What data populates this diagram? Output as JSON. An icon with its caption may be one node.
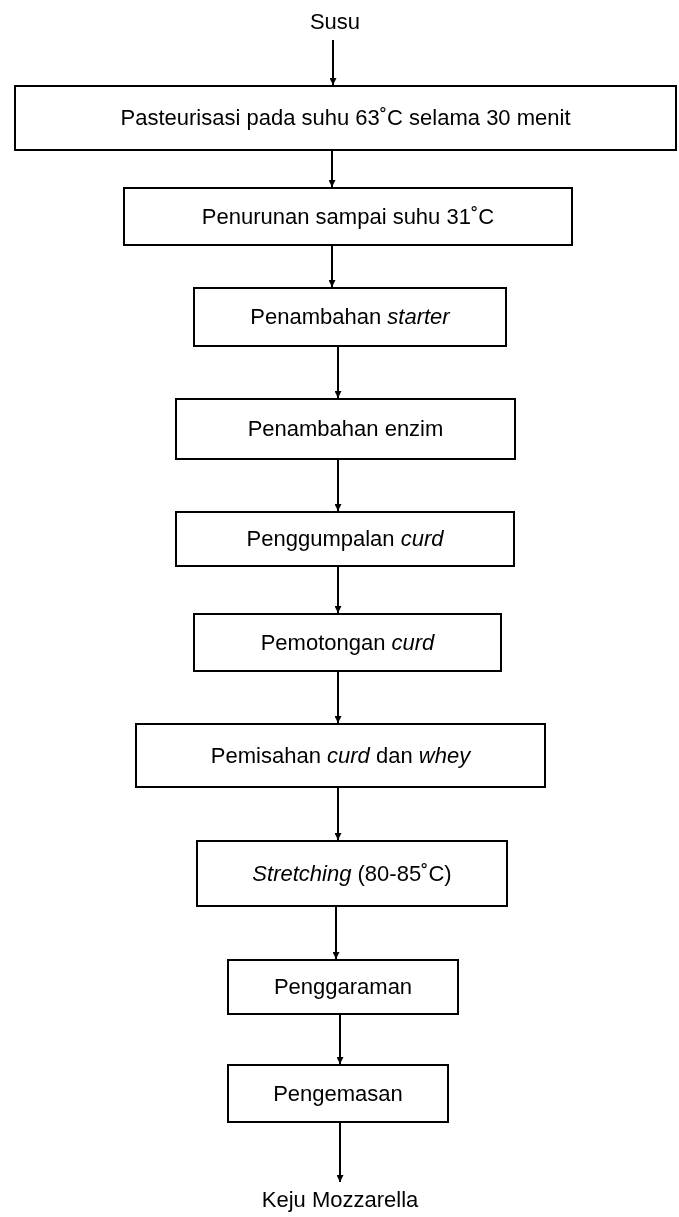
{
  "diagram": {
    "nodes": [
      {
        "text": [
          "Susu"
        ]
      },
      {
        "text": [
          "Pasteurisasi pada suhu 63˚C selama 30 menit"
        ]
      },
      {
        "text": [
          "Penurunan sampai suhu  31˚C"
        ]
      },
      {
        "text": [
          "Penambahan *starter*"
        ]
      },
      {
        "text": [
          "Penambahan enzim"
        ]
      },
      {
        "text": [
          "Penggumpalan *curd*"
        ]
      },
      {
        "text": [
          "Pemotongan *curd*"
        ]
      },
      {
        "text": [
          "Pemisahan *curd* dan *whey*"
        ]
      },
      {
        "text": [
          "*Stretching* (80-85˚C)"
        ]
      },
      {
        "text": [
          "Penggaraman"
        ]
      },
      {
        "text": [
          "Pengemasan"
        ]
      },
      {
        "text": [
          "Keju Mozzarella"
        ]
      }
    ],
    "edges": [
      {
        "from": 0,
        "to": 1,
        "arrow": "to"
      },
      {
        "from": 1,
        "to": 2,
        "arrow": "to"
      },
      {
        "from": 2,
        "to": 3,
        "arrow": "to"
      },
      {
        "from": 3,
        "to": 4,
        "arrow": "to"
      },
      {
        "from": 4,
        "to": 5,
        "arrow": "to"
      },
      {
        "from": 5,
        "to": 6,
        "arrow": "to"
      },
      {
        "from": 6,
        "to": 7,
        "arrow": "to"
      },
      {
        "from": 7,
        "to": 8,
        "arrow": "to"
      },
      {
        "from": 8,
        "to": 9,
        "arrow": "to"
      },
      {
        "from": 9,
        "to": 10,
        "arrow": "to"
      },
      {
        "from": 10,
        "to": 11,
        "arrow": "to"
      }
    ]
  }
}
